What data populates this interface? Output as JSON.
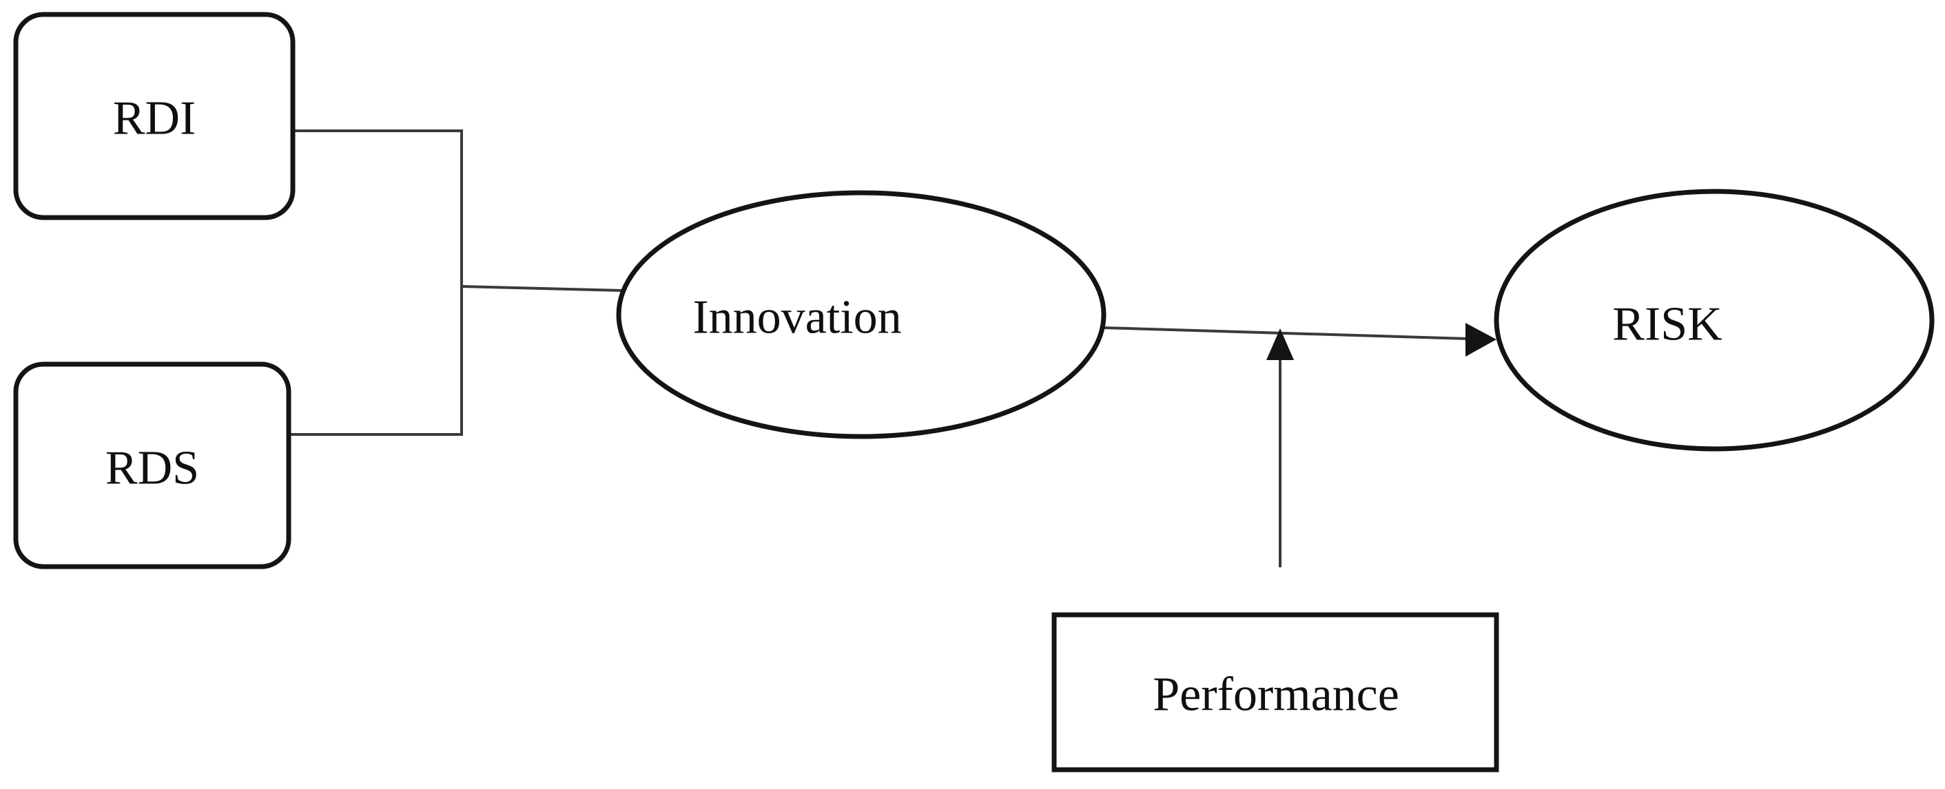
{
  "figure": {
    "type": "path-model-diagram",
    "background_color": "#ffffff",
    "shape_stroke_color": "#141414",
    "connector_color": "#3a3a3a",
    "text_color": "#0f0f0f",
    "nodes": {
      "rdi": {
        "label": "RDI",
        "shape": "rounded-rectangle"
      },
      "rds": {
        "label": "RDS",
        "shape": "rounded-rectangle"
      },
      "innovation": {
        "label": "Innovation",
        "shape": "ellipse"
      },
      "risk": {
        "label": "RISK",
        "shape": "ellipse"
      },
      "performance": {
        "label": "Performance",
        "shape": "rectangle"
      }
    },
    "edges": [
      {
        "from": "RDI",
        "to": "Innovation",
        "style": "plain-line"
      },
      {
        "from": "RDS",
        "to": "Innovation",
        "style": "plain-line"
      },
      {
        "from": "Innovation",
        "to": "RISK",
        "style": "arrow"
      },
      {
        "from": "Performance",
        "to": "Innovation-RISK-arrow",
        "style": "arrow",
        "role": "moderator"
      }
    ]
  }
}
